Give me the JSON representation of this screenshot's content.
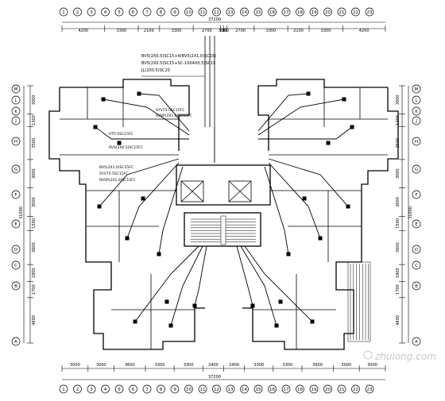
{
  "top_dims": {
    "total": "37200",
    "segments": [
      "4200",
      "3300",
      "2100",
      "3300",
      "2700",
      "300",
      "300",
      "2700",
      "3300",
      "2100",
      "3300",
      "4200"
    ]
  },
  "bottom_dims": {
    "total": "37200",
    "segments": [
      "3000",
      "3000",
      "3600",
      "3300",
      "3300",
      "2400",
      "2400",
      "3300",
      "3300",
      "3600",
      "3000",
      "3000"
    ]
  },
  "left_dims": {
    "total": "31000",
    "segments": [
      "3000",
      "1300",
      "3500",
      "3000",
      "3000",
      "1500",
      "3600",
      "1800",
      "1700",
      "4800"
    ]
  },
  "right_dims": {
    "total": "31000",
    "segments": [
      "3000",
      "1300",
      "3500",
      "3000",
      "3000",
      "1500",
      "3600",
      "1800",
      "1700",
      "4800"
    ]
  },
  "top_axes": [
    "1",
    "2",
    "3",
    "4",
    "5",
    "6",
    "7",
    "8",
    "9",
    "10",
    "11",
    "12",
    "13",
    "14",
    "15",
    "16",
    "17",
    "18",
    "19",
    "20",
    "21",
    "22",
    "23"
  ],
  "bottom_axes": [
    "1",
    "2",
    "3",
    "4",
    "5",
    "6",
    "7",
    "8",
    "9",
    "10",
    "11",
    "12",
    "13",
    "14",
    "15",
    "16",
    "17",
    "18",
    "19",
    "20",
    "21",
    "22",
    "23"
  ],
  "left_axes": [
    "M",
    "L",
    "K",
    "J",
    "H",
    "G",
    "F",
    "E",
    "D",
    "C",
    "B",
    "A"
  ],
  "right_axes": [
    "M",
    "L",
    "K",
    "J",
    "H",
    "G",
    "F",
    "E",
    "D",
    "C",
    "B",
    "A"
  ],
  "cable_notes": [
    "BV5(2X0.5)SC15+4(BV5(2X1.0)SC15)",
    "BV5(2X0.5)SC15+SC-10X4X0.5)SC15",
    "JL(2X0.5)SC20"
  ],
  "riser_notes": [
    "SYV75-5SC15FC",
    "RVVP(2X1.0)SC15FC",
    "HTP-5SC15FC",
    "RVS(2X0.5)SC15FC",
    "BV5(2X1.0)SC15FC",
    "SYV75-5SC15FC",
    "RVVP(2X1.0)SC15FC"
  ],
  "watermark": "zhulong.com",
  "colors": {
    "line": "#000000",
    "bg": "#ffffff",
    "watermark": "#c8c8c8"
  }
}
